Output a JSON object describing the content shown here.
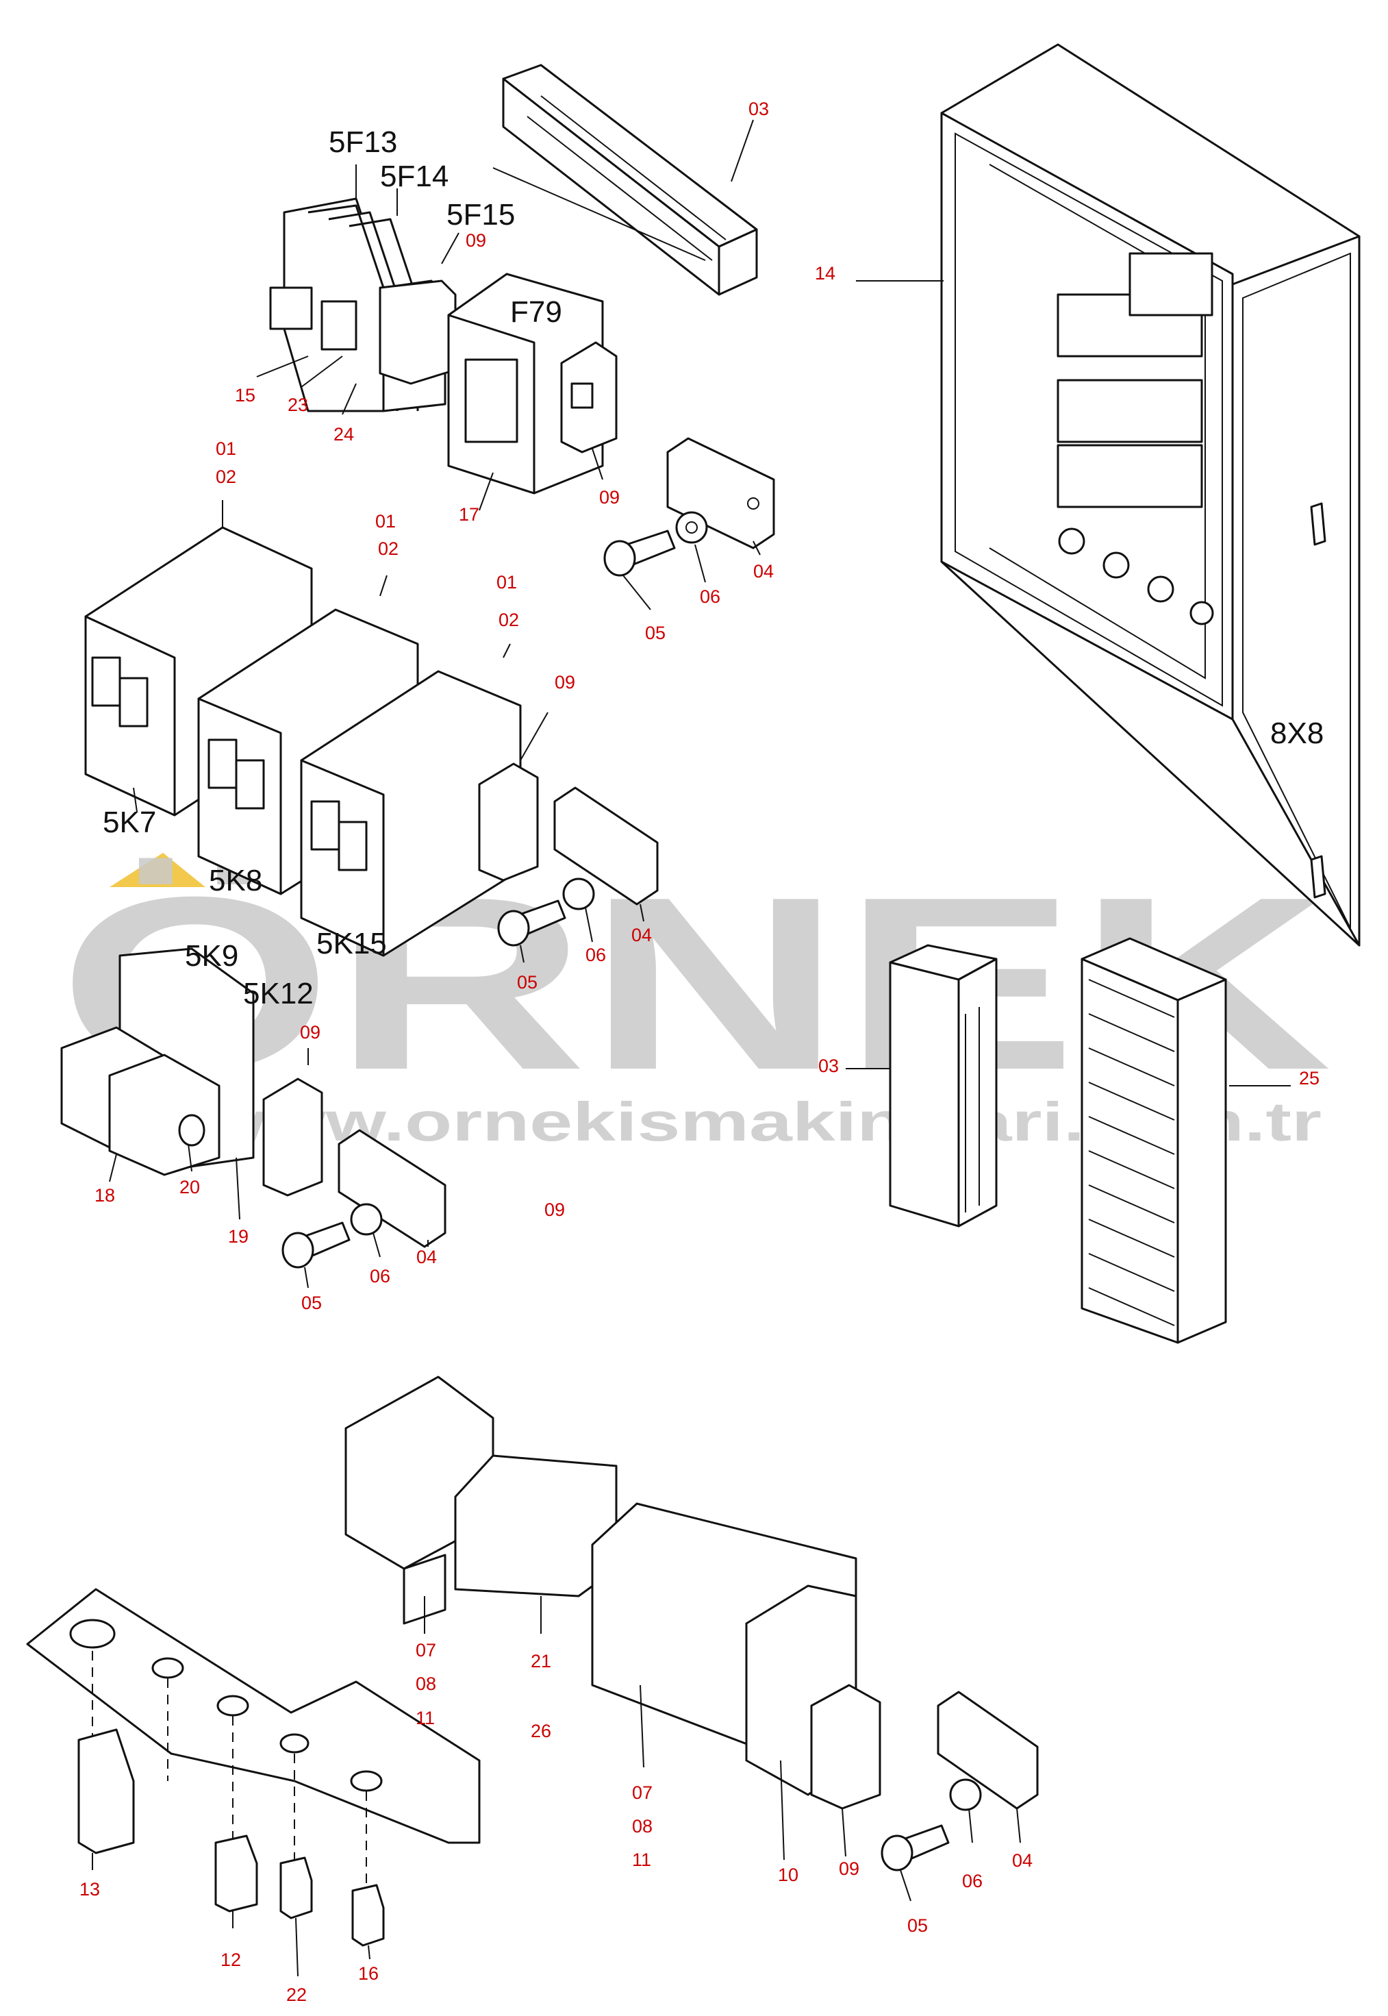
{
  "watermark": {
    "brand": "ÖRNEK",
    "url": "www.ornekismakinalari.com.tr"
  },
  "component_codes": {
    "f13": "5F13",
    "f14": "5F14",
    "f15": "5F15",
    "f79": "F79",
    "k7": "5K7",
    "k8": "5K8",
    "k15": "5K15",
    "k9": "5K9",
    "k12": "5K12",
    "x8": "8X8"
  },
  "part_numbers": {
    "p01": "01",
    "p02": "02",
    "p03": "03",
    "p04": "04",
    "p05": "05",
    "p06": "06",
    "p07": "07",
    "p08": "08",
    "p09": "09",
    "p10": "10",
    "p11": "11",
    "p12": "12",
    "p13": "13",
    "p14": "14",
    "p15": "15",
    "p16": "16",
    "p17": "17",
    "p18": "18",
    "p19": "19",
    "p20": "20",
    "p21": "21",
    "p22": "22",
    "p23": "23",
    "p24": "24",
    "p25": "25",
    "p26": "26"
  },
  "colors": {
    "part_number": "#cc0000",
    "line": "#111111",
    "watermark": "#c9c9c9",
    "accent": "#f2c94c"
  }
}
